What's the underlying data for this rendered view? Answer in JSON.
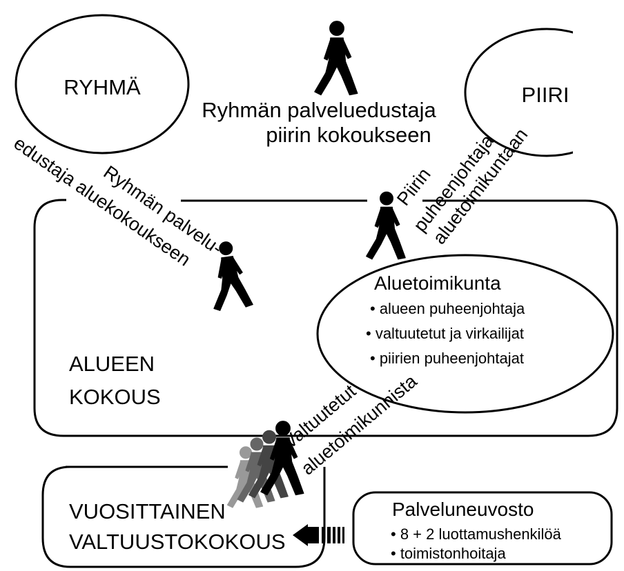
{
  "nodes": {
    "ryhma": "RYHMÄ",
    "piiri": "PIIRI",
    "alueen_kokous": [
      "ALUEEN",
      "KOKOUS"
    ],
    "valtuustokokous": [
      "VUOSITTAINEN",
      "VALTUUSTOKOKOUS"
    ]
  },
  "aluetoimikunta": {
    "title": "Aluetoimikunta",
    "items": [
      "• alueen puheenjohtaja",
      "• valtuutetut ja virkailijat",
      "• piirien puheenjohtajat"
    ]
  },
  "palveluneuvosto": {
    "title": "Palveluneuvosto",
    "items": [
      "• 8 + 2 luottamushenkilöä",
      "• toimistonhoitaja"
    ]
  },
  "connections": {
    "ryhma_to_piiri": [
      "Ryhmän palveluedustaja",
      "piirin kokoukseen"
    ],
    "ryhma_to_alue": [
      "Ryhmän palvelu-",
      "edustaja aluekokoukseen"
    ],
    "piiri_to_alue": [
      "Piirin",
      "puheenjohtaja",
      "aluetoimikuntaan"
    ],
    "alue_to_valtuusto": [
      "Valtuutetut",
      "aluetoimikunnista"
    ]
  }
}
